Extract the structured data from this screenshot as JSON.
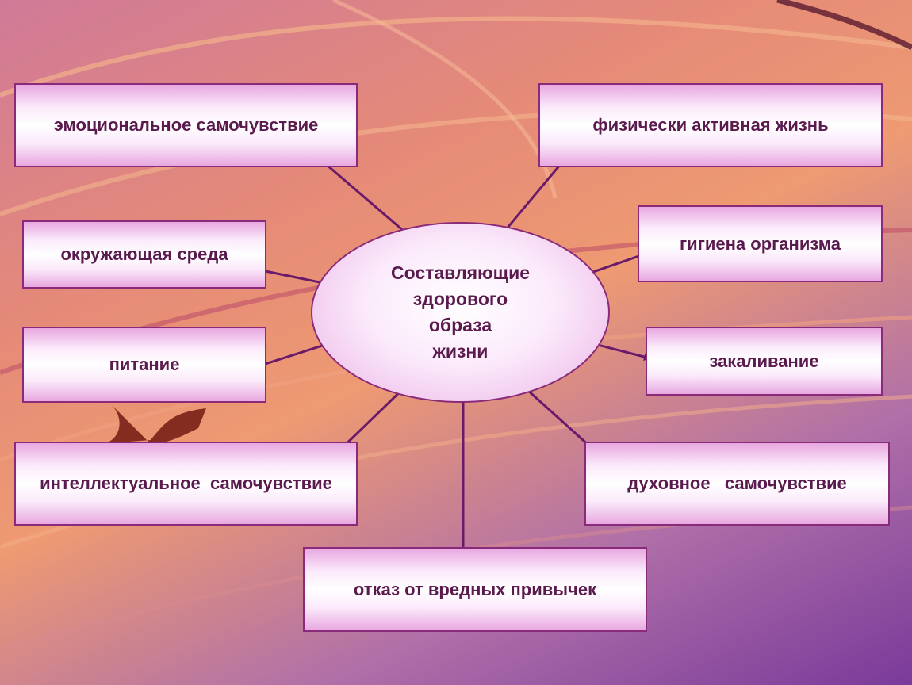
{
  "center": {
    "lines": [
      "Составляющие",
      "здорового",
      "образа",
      "жизни"
    ]
  },
  "boxes": {
    "emotional": "эмоциональное самочувствие",
    "physical": "физически активная жизнь",
    "environment": "окружающая среда",
    "hygiene": "гигиена организма",
    "nutrition": "питание",
    "hardening": "закаливание",
    "intellectual": "интеллектуальное  самочувствие",
    "spiritual": "духовное   самочувствие",
    "habits": "отказ от вредных привычек"
  },
  "colors": {
    "arrow": "#6a1a6a",
    "border": "#8a2a7a",
    "text": "#5a1a4e"
  }
}
